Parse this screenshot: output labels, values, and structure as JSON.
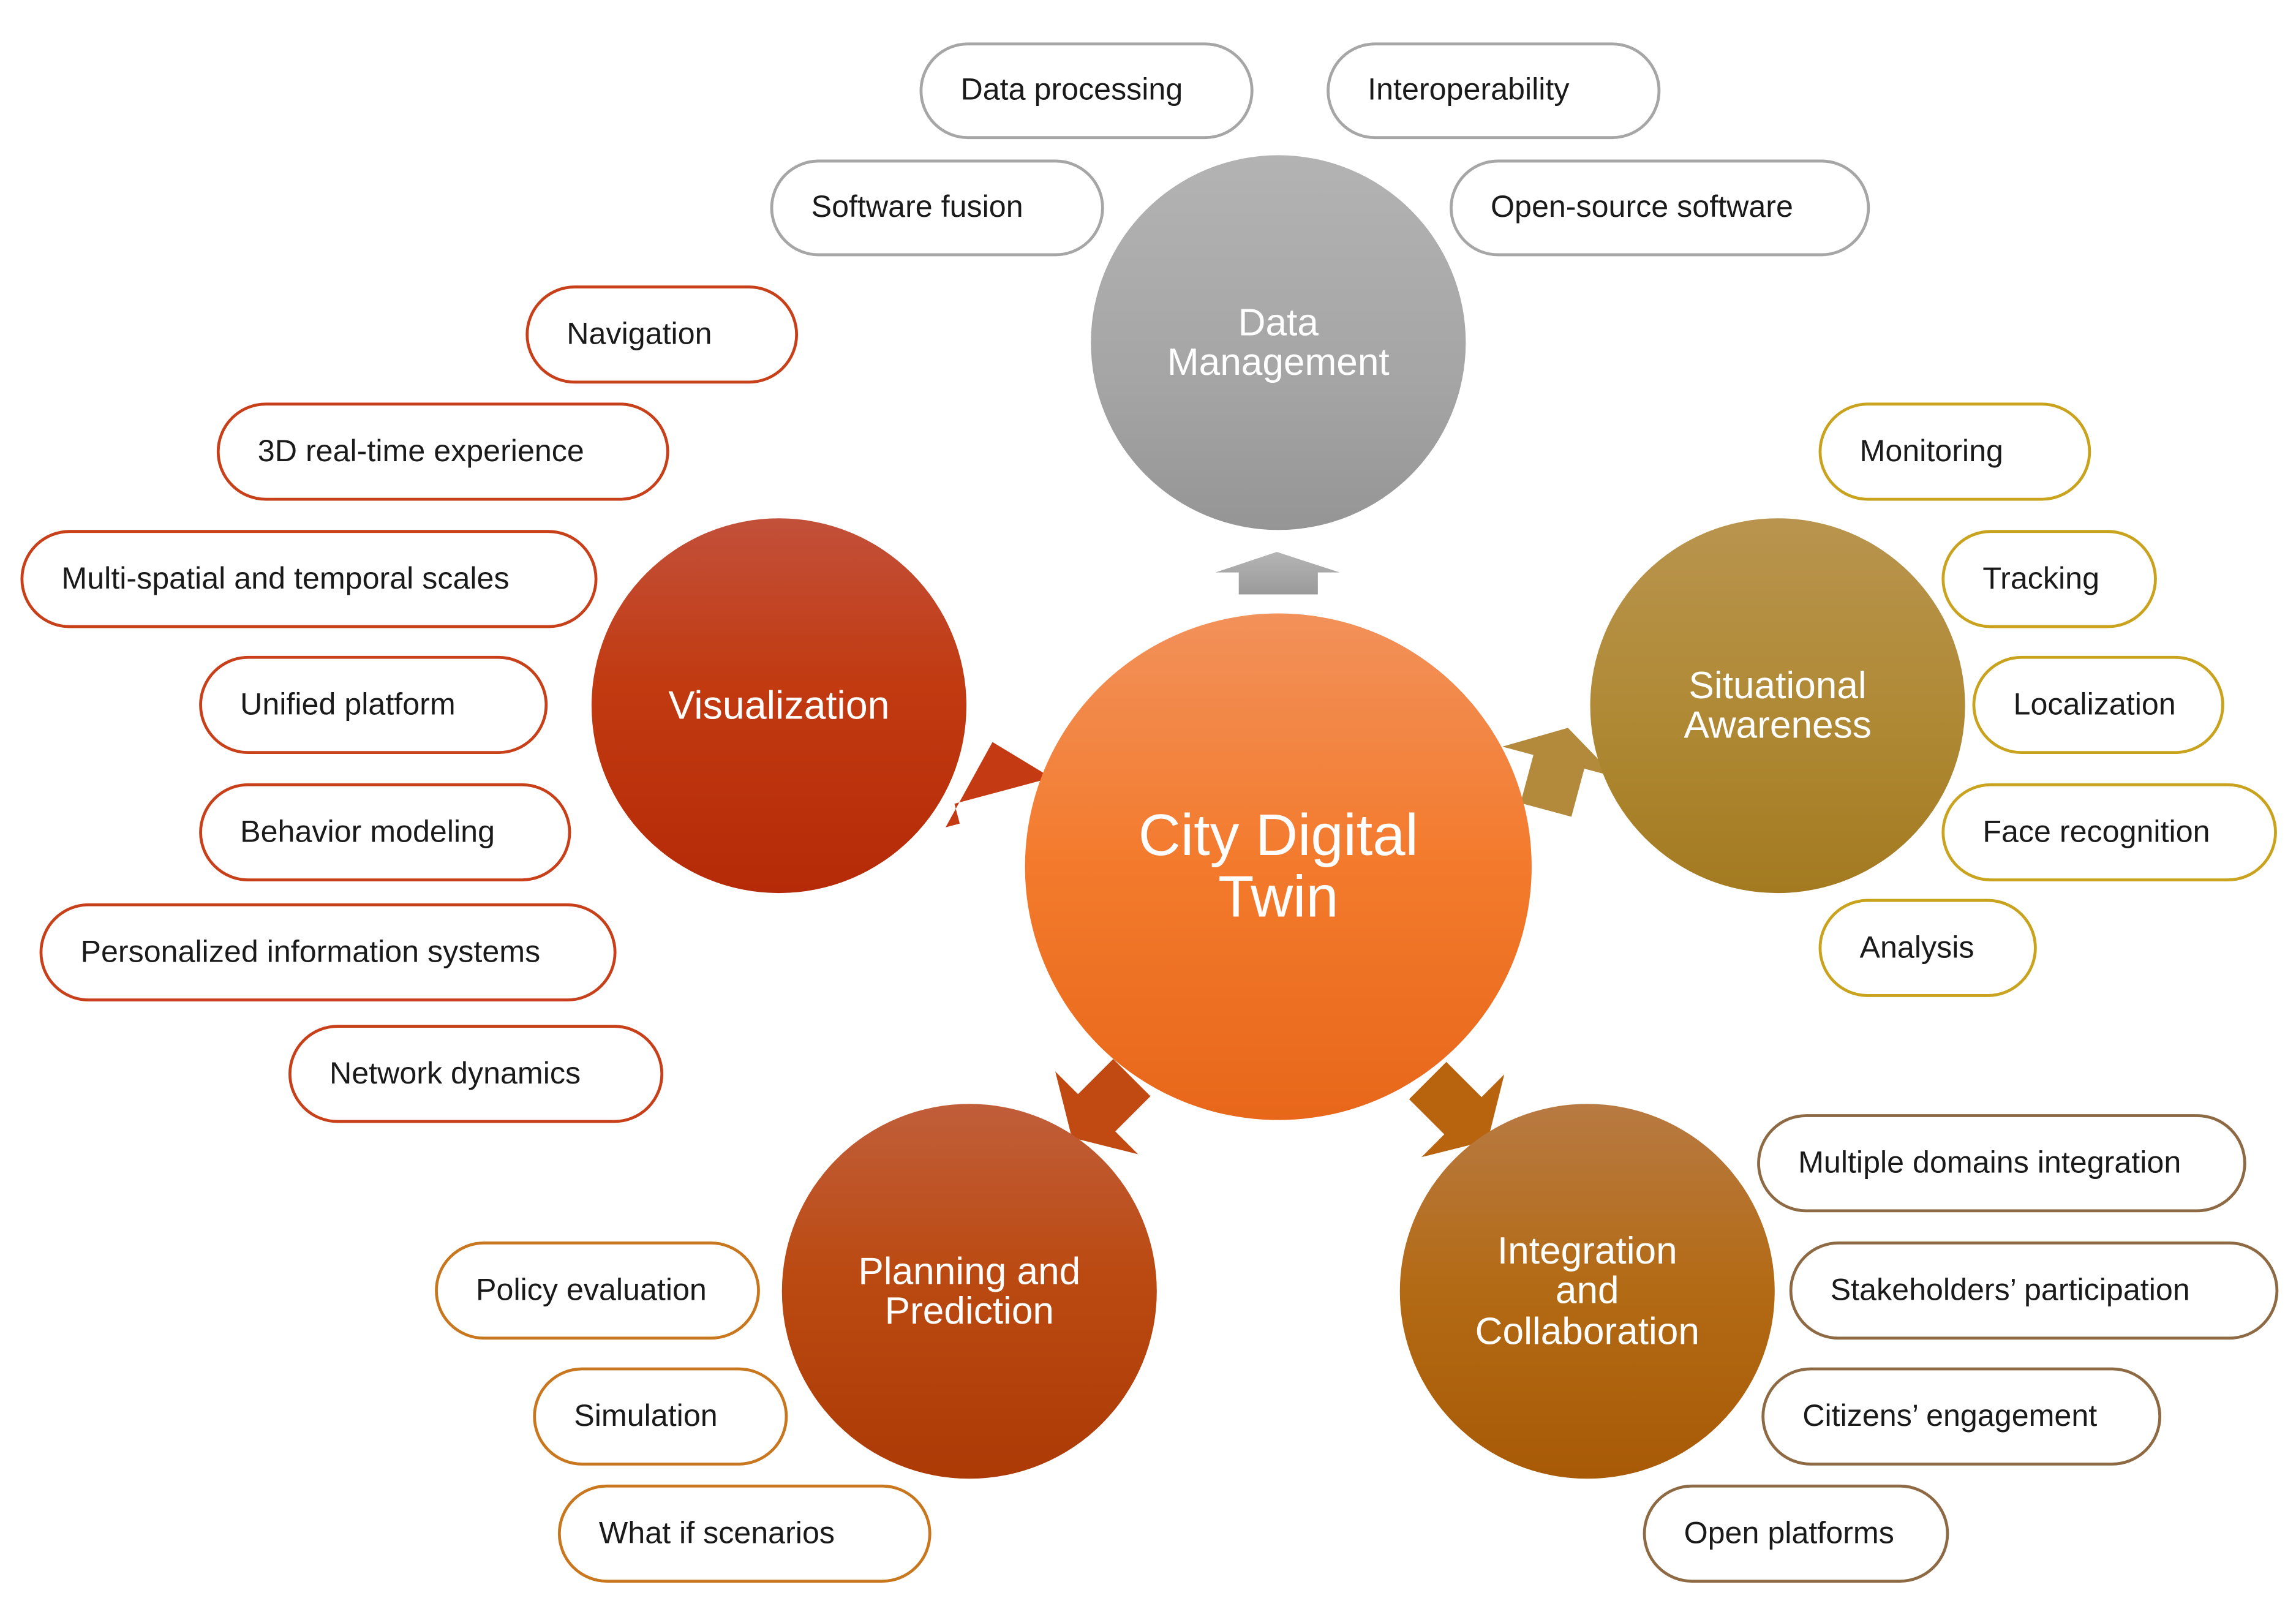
{
  "center": {
    "title": "City Digital Twin"
  },
  "nodes": {
    "data_management": {
      "title": "Data Management",
      "color": "#a0a0a0",
      "items": [
        "Data processing",
        "Interoperability",
        "Software fusion",
        "Open-source software"
      ]
    },
    "visualization": {
      "title": "Visualization",
      "color": "#c0380e",
      "items": [
        "Navigation",
        "3D real-time experience",
        "Multi-spatial and temporal scales",
        "Unified platform",
        "Behavior modeling",
        "Personalized information systems",
        "Network dynamics"
      ]
    },
    "situational_awareness": {
      "title": "Situational Awareness",
      "color": "#b08a35",
      "items": [
        "Monitoring",
        "Tracking",
        "Localization",
        "Face recognition",
        "Analysis"
      ]
    },
    "planning_prediction": {
      "title": "Planning and Prediction",
      "color": "#b8450e",
      "items": [
        "Policy evaluation",
        "Simulation",
        "What if scenarios"
      ]
    },
    "integration_collaboration": {
      "title": "Integration and Collaboration",
      "color": "#b0600e",
      "items": [
        "Multiple domains integration",
        "Stakeholders’ participation",
        "Citizens’ engagement",
        "Open platforms"
      ]
    }
  }
}
